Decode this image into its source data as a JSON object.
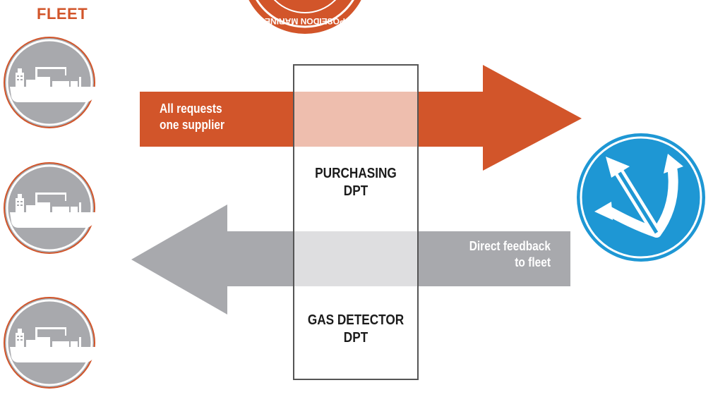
{
  "fleet": {
    "heading": "FLEET",
    "vessels": [
      "ship-1",
      "ship-2",
      "ship-3"
    ]
  },
  "flows": {
    "requests": {
      "line1": "All requests",
      "line2": "one supplier",
      "color": "#d2552a"
    },
    "feedback": {
      "line1": "Direct feedback",
      "line2": "to fleet",
      "color": "#a8a9ad"
    }
  },
  "departments": {
    "purchasing": {
      "line1": "PURCHASING",
      "line2": "DPT"
    },
    "gas_detector": {
      "line1": "GAS DETECTOR",
      "line2": "DPT"
    }
  },
  "colors": {
    "orange": "#d2552a",
    "gray": "#a8a9ad",
    "ship_circle": "#a8a9ad",
    "brand_blue": "#1e97d4"
  },
  "icons": {
    "stamp": "stamp-logo-icon",
    "supplier": "trident-logo-icon",
    "ship": "cargo-ship-icon"
  }
}
